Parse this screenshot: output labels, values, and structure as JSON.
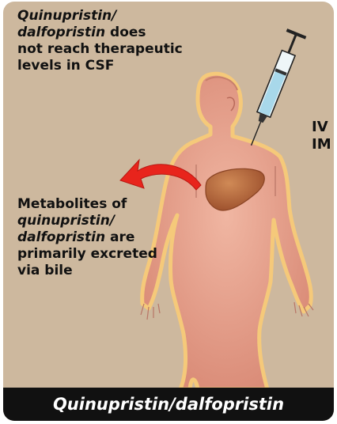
{
  "csf_note": {
    "line1_drug": "Quinupristin/",
    "line2_drug": "dalfopristin",
    "line2_rest": " does",
    "line3": "not reach therapeutic",
    "line4": "levels in CSF"
  },
  "excretion_note": {
    "line1": "Metabolites of",
    "line2_drug": "quinupristin/",
    "line3_drug": "dalfopristin",
    "line3_rest": " are",
    "line4": "primarily excreted",
    "line5": "via bile"
  },
  "routes": {
    "iv": "IV",
    "im": "IM"
  },
  "footer_title": "Quinupristin/dalfopristin",
  "icons": [
    "syringe-icon",
    "liver-icon",
    "curved-arrow-icon",
    "human-body-icon"
  ],
  "colors": {
    "background": "#cdb89e",
    "body_fill": "#e6a08c",
    "body_outline": "#f5c97a",
    "liver": "#b86a3e",
    "arrow": "#e8241c",
    "syringe_fluid": "#a8d8ea",
    "footer": "#111111"
  }
}
